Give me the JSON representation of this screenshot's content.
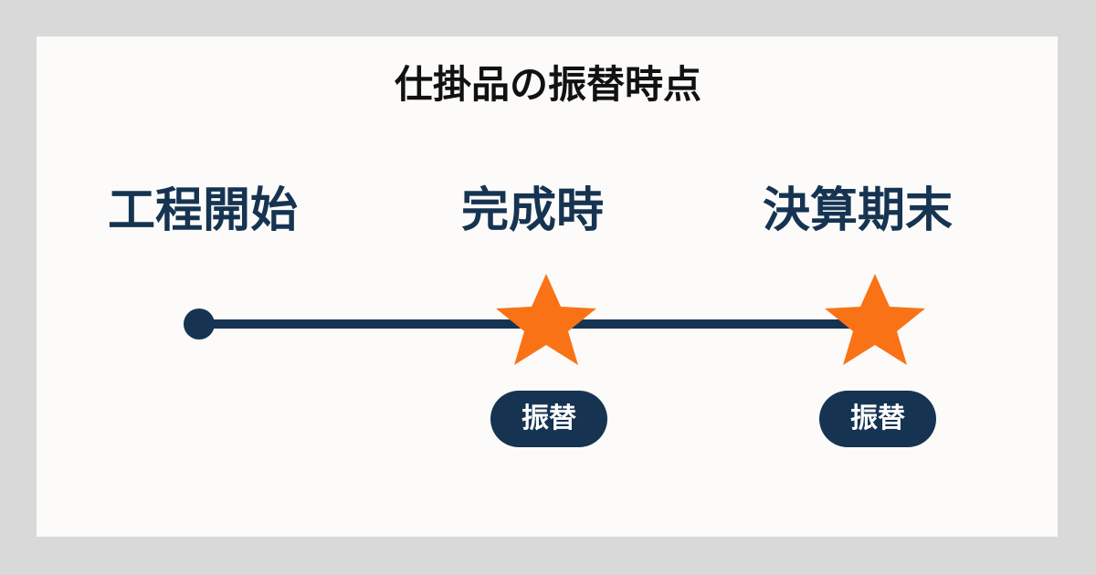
{
  "title": "仕掛品の振替時点",
  "stages": {
    "start": "工程開始",
    "completion": "完成時",
    "period_end": "決算期末"
  },
  "badges": {
    "completion": "振替",
    "period_end": "振替"
  },
  "colors": {
    "background": "#d9d9d9",
    "card": "#fcfbf9",
    "line": "#163452",
    "star": "#f97316",
    "title": "#111111"
  },
  "icons": {
    "start_marker": "circle-icon",
    "transfer_marker": "star-icon"
  }
}
